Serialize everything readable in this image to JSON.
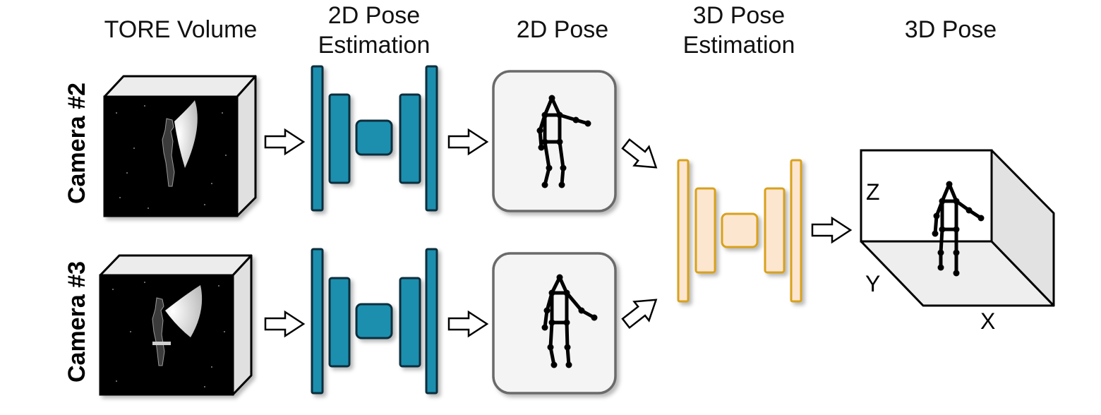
{
  "headers": {
    "tore_volume": "TORE Volume",
    "pose2d_est_line1": "2D Pose",
    "pose2d_est_line2": "Estimation",
    "pose2d": "2D Pose",
    "pose3d_est_line1": "3D Pose",
    "pose3d_est_line2": "Estimation",
    "pose3d": "3D Pose"
  },
  "cameras": [
    {
      "label": "Camera #2"
    },
    {
      "label": "Camera #3"
    }
  ],
  "axes": {
    "x": "X",
    "y": "Y",
    "z": "Z"
  },
  "colors": {
    "net2d_fill": "#1a8fae",
    "net2d_stroke": "#0b2f3c",
    "net3d_fill": "#fde6d0",
    "net3d_stroke": "#d9a11c",
    "pose_box_fill": "#f4f4f4",
    "pose_box_stroke": "#6a6a6a",
    "skeleton": "#000000",
    "cube_side": "#e2e2e2",
    "cube_top": "#eeeeee"
  }
}
